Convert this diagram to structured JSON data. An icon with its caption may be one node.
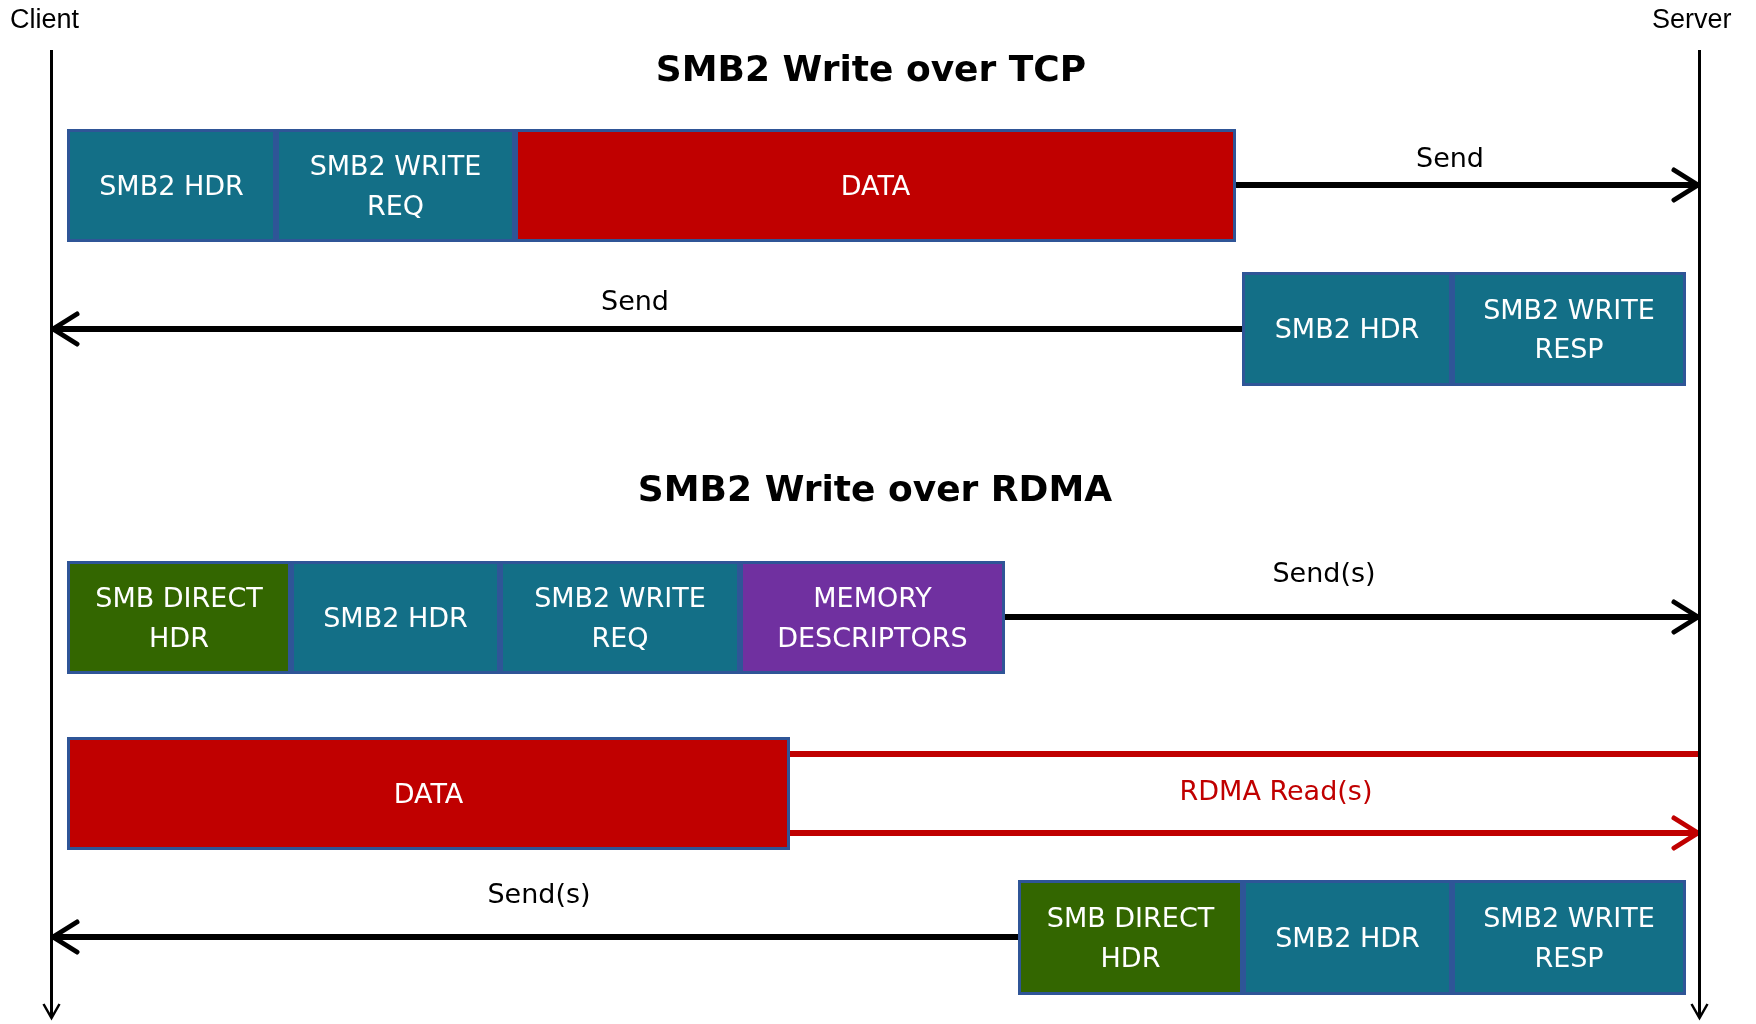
{
  "diagram": {
    "nodes": [
      {
        "text": [],
        "shape": "bar",
        "beside": [
          "Client"
        ]
      },
      {
        "text": [],
        "shape": "bar",
        "beside": [
          "Server"
        ]
      },
      {
        "text": [
          "SMB2 HDR"
        ]
      },
      {
        "text": [
          "SMB2 WRITE REQ"
        ]
      },
      {
        "text": [
          "DATA"
        ]
      },
      {
        "text": [
          "SMB2 HDR"
        ]
      },
      {
        "text": [
          "SMB2 WRITE RESP"
        ]
      },
      {
        "text": [
          "SMB DIRECT HDR"
        ]
      },
      {
        "text": [
          "SMB2 HDR"
        ]
      },
      {
        "text": [
          "SMB2 WRITE REQ"
        ]
      },
      {
        "text": [
          "MEMORY DESCRIPTORS"
        ]
      },
      {
        "text": [
          "DATA"
        ]
      },
      {
        "text": [
          "SMB DIRECT HDR"
        ]
      },
      {
        "text": [
          "SMB2 HDR"
        ]
      },
      {
        "text": [
          "SMB2 WRITE RESP"
        ]
      }
    ],
    "edges": [
      {
        "from": 4,
        "to": 1,
        "arrow": "to",
        "label": "Send"
      },
      {
        "from": 5,
        "to": 0,
        "arrow": "to",
        "label": "Send"
      },
      {
        "from": 10,
        "to": 1,
        "arrow": "to",
        "label": "Send(s)"
      },
      {
        "from": 11,
        "to": 1,
        "arrow": "none",
        "color": "#c00000"
      },
      {
        "from": 11,
        "to": 1,
        "arrow": "to",
        "label": "RDMA Read(s)",
        "color": "#c00000"
      },
      {
        "from": 12,
        "to": 0,
        "arrow": "to",
        "label": "Send(s)"
      }
    ],
    "labels": [
      "SMB2 Write over TCP",
      "SMB2 Write over RDMA"
    ]
  }
}
